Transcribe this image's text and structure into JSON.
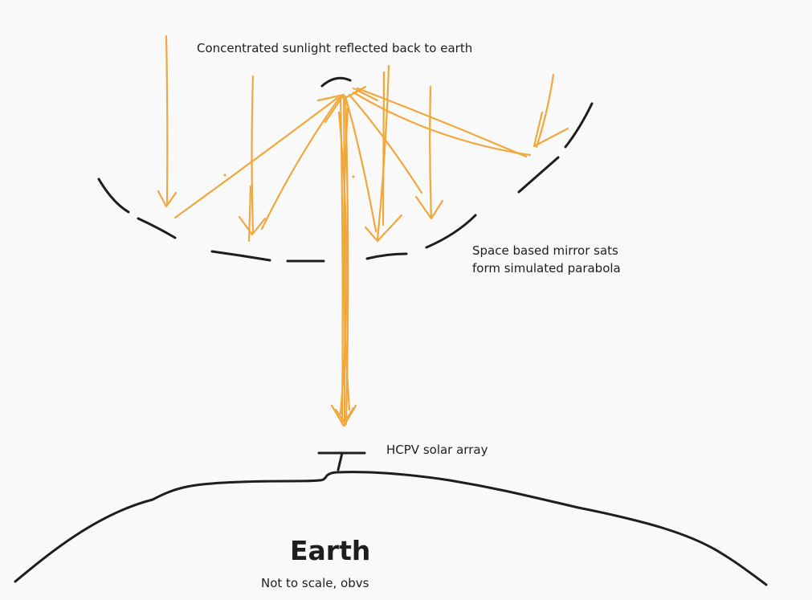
{
  "labels": {
    "sunlight_note": "Concentrated sunlight reflected back to earth",
    "mirror_line1": "Space based mirror sats",
    "mirror_line2": "form simulated parabola",
    "array": "HCPV solar array",
    "earth": "Earth",
    "scale_note": "Not to scale, obvs"
  },
  "colors": {
    "background": "#f9f9fa",
    "ink": "#1e1e1e",
    "sunlight": "#f0a83c"
  }
}
